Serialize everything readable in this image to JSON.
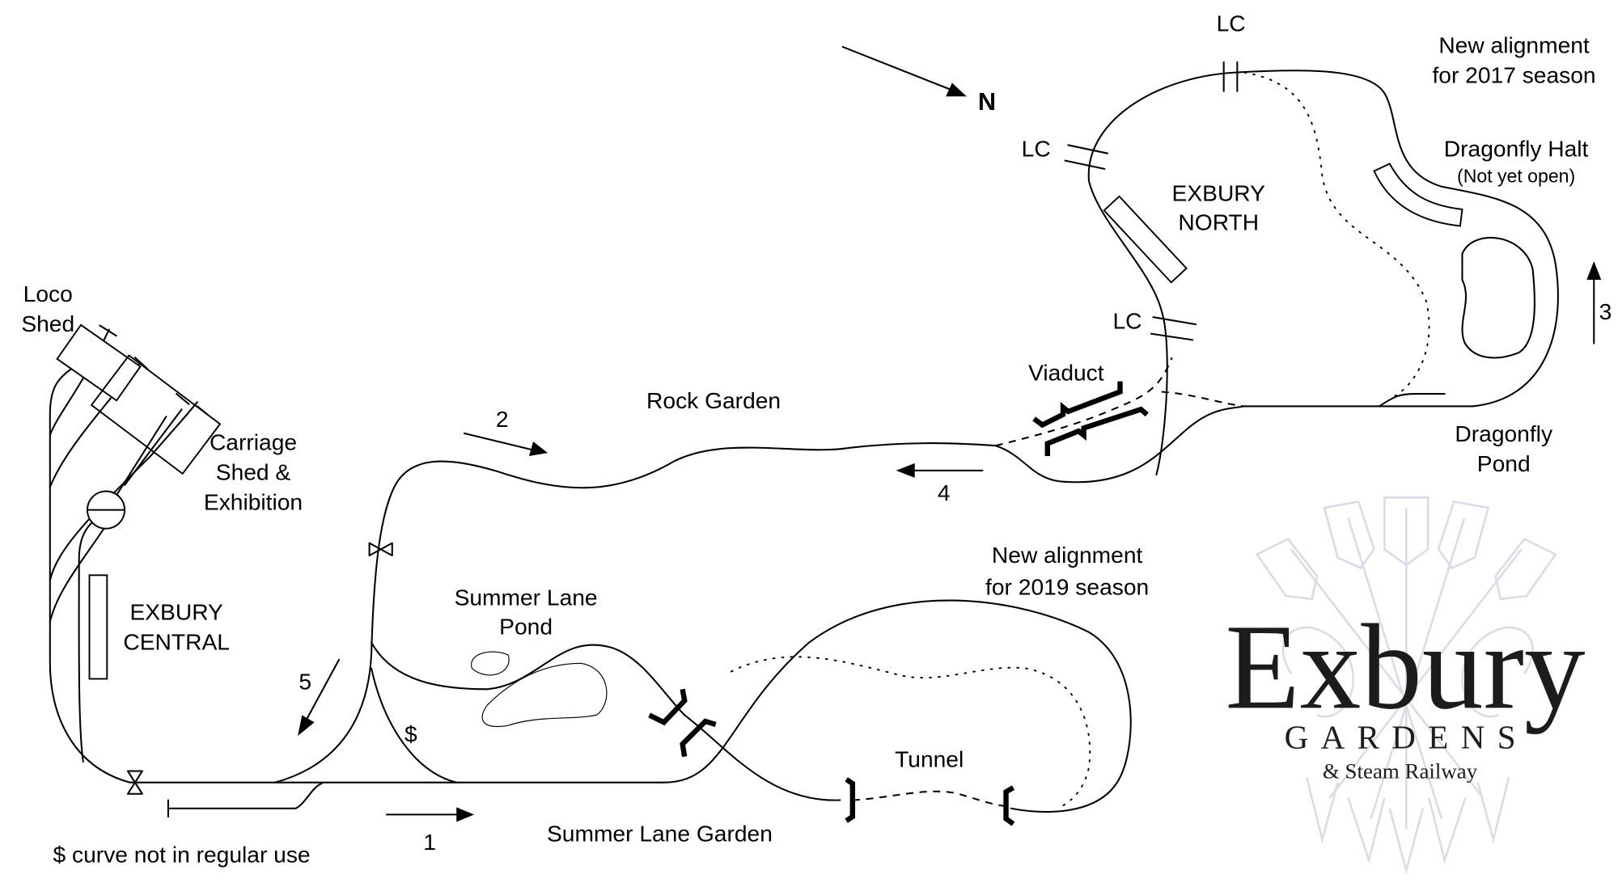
{
  "map": {
    "title": "Exbury Gardens Steam Railway track map",
    "north_label": "N",
    "stations": {
      "central": [
        "EXBURY",
        "CENTRAL"
      ],
      "north": [
        "EXBURY",
        "NORTH"
      ],
      "dragonfly_halt": "Dragonfly Halt",
      "dragonfly_halt_note": "(Not yet open)"
    },
    "buildings": {
      "loco_shed": [
        "Loco",
        "Shed"
      ],
      "carriage_shed": [
        "Carriage",
        "Shed &",
        "Exhibition"
      ]
    },
    "areas": {
      "rock_garden": "Rock Garden",
      "summer_lane_pond": [
        "Summer Lane",
        "Pond"
      ],
      "summer_lane_garden": "Summer Lane Garden",
      "dragonfly_pond": [
        "Dragonfly",
        "Pond"
      ]
    },
    "structures": {
      "viaduct": "Viaduct",
      "tunnel": "Tunnel",
      "level_crossing": "LC"
    },
    "annotations": {
      "alignment_2017": [
        "New alignment",
        "for 2017 season"
      ],
      "alignment_2019": [
        "New alignment",
        "for 2019 season"
      ],
      "curve_marker": "$",
      "curve_note": "$ curve not in regular use"
    },
    "route_arrows": [
      "1",
      "2",
      "3",
      "4",
      "5"
    ]
  },
  "logo": {
    "name": "Exbury",
    "sub": "GARDENS",
    "tagline": "& Steam Railway"
  }
}
